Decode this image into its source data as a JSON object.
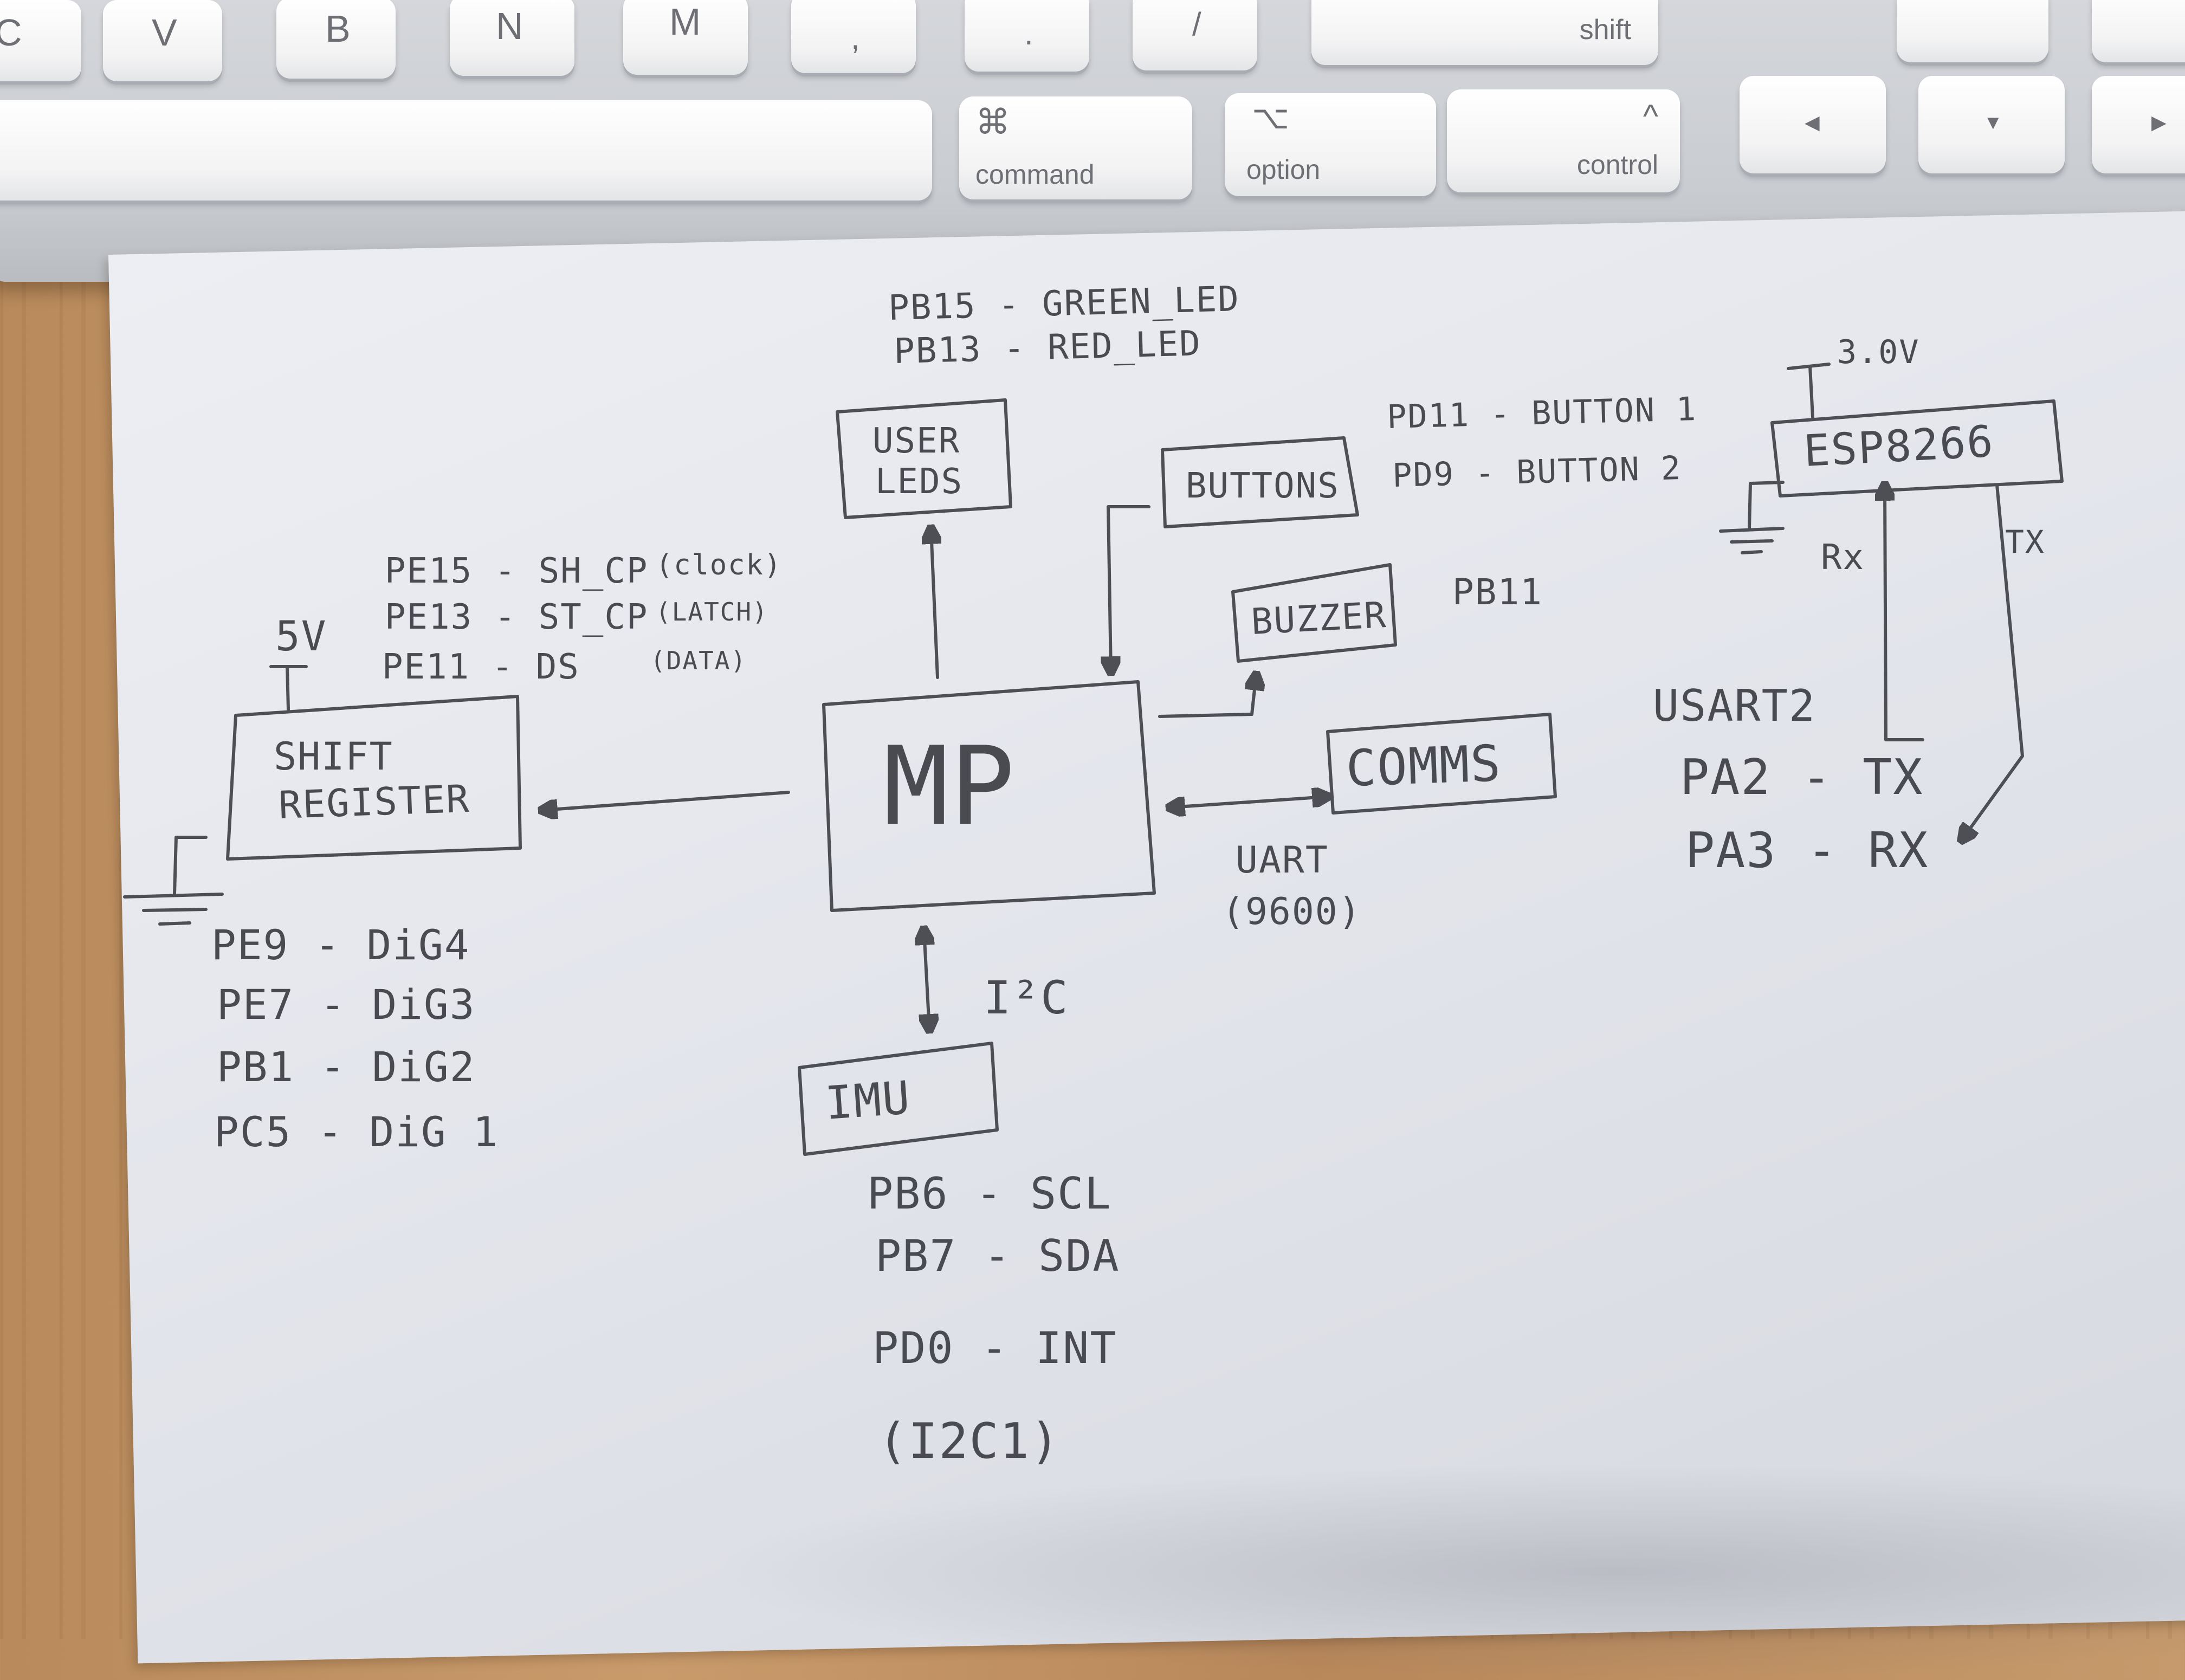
{
  "keyboard": {
    "row1": [
      "C",
      "V",
      "B",
      "N",
      "M",
      ",",
      ".",
      "/",
      "shift"
    ],
    "command": {
      "symbol": "⌘",
      "label": "command"
    },
    "option": {
      "symbol": "⌥",
      "label": "option"
    },
    "control": {
      "symbol": "^",
      "label": "control"
    },
    "arrows": {
      "left": "◀",
      "down": "▼",
      "right": "▶"
    }
  },
  "diagram": {
    "mp_label": "MP",
    "user_leds": {
      "line1": "USER",
      "line2": "LEDS",
      "pin1": "PB15 - GREEN_LED",
      "pin2": "PB13 - RED_LED"
    },
    "buttons": {
      "label": "BUTTONS",
      "pin1": "PD11 - BUTTON 1",
      "pin2": "PD9 - BUTTON 2"
    },
    "buzzer": {
      "label": "BUZZER",
      "pin": "PB11"
    },
    "comms": {
      "label": "COMMS",
      "link1": "UART",
      "link2": "(9600)"
    },
    "shift_register": {
      "line1": "SHIFT",
      "line2": "REGISTER",
      "supply": "5V",
      "pin1": "PE15 - SH_CP",
      "note1": "(clock)",
      "pin2": "PE13 - ST_CP",
      "note2": "(LATCH)",
      "pin3": "PE11 - DS",
      "note3": "(DATA)",
      "digits": [
        "PE9 - DiG4",
        "PE7 - DiG3",
        "PB1 - DiG2",
        "PC5 - DiG 1"
      ]
    },
    "imu": {
      "label": "IMU",
      "bus": "I²C",
      "pins": [
        "PB6 - SCL",
        "PB7 - SDA",
        "PD0 - INT",
        "(I2C1)"
      ]
    },
    "esp": {
      "label": "ESP8266",
      "supply": "3.0V",
      "rx": "Rx",
      "tx": "TX",
      "usart": "USART2",
      "pin1": "PA2 - TX",
      "pin2": "PA3 - RX"
    }
  }
}
